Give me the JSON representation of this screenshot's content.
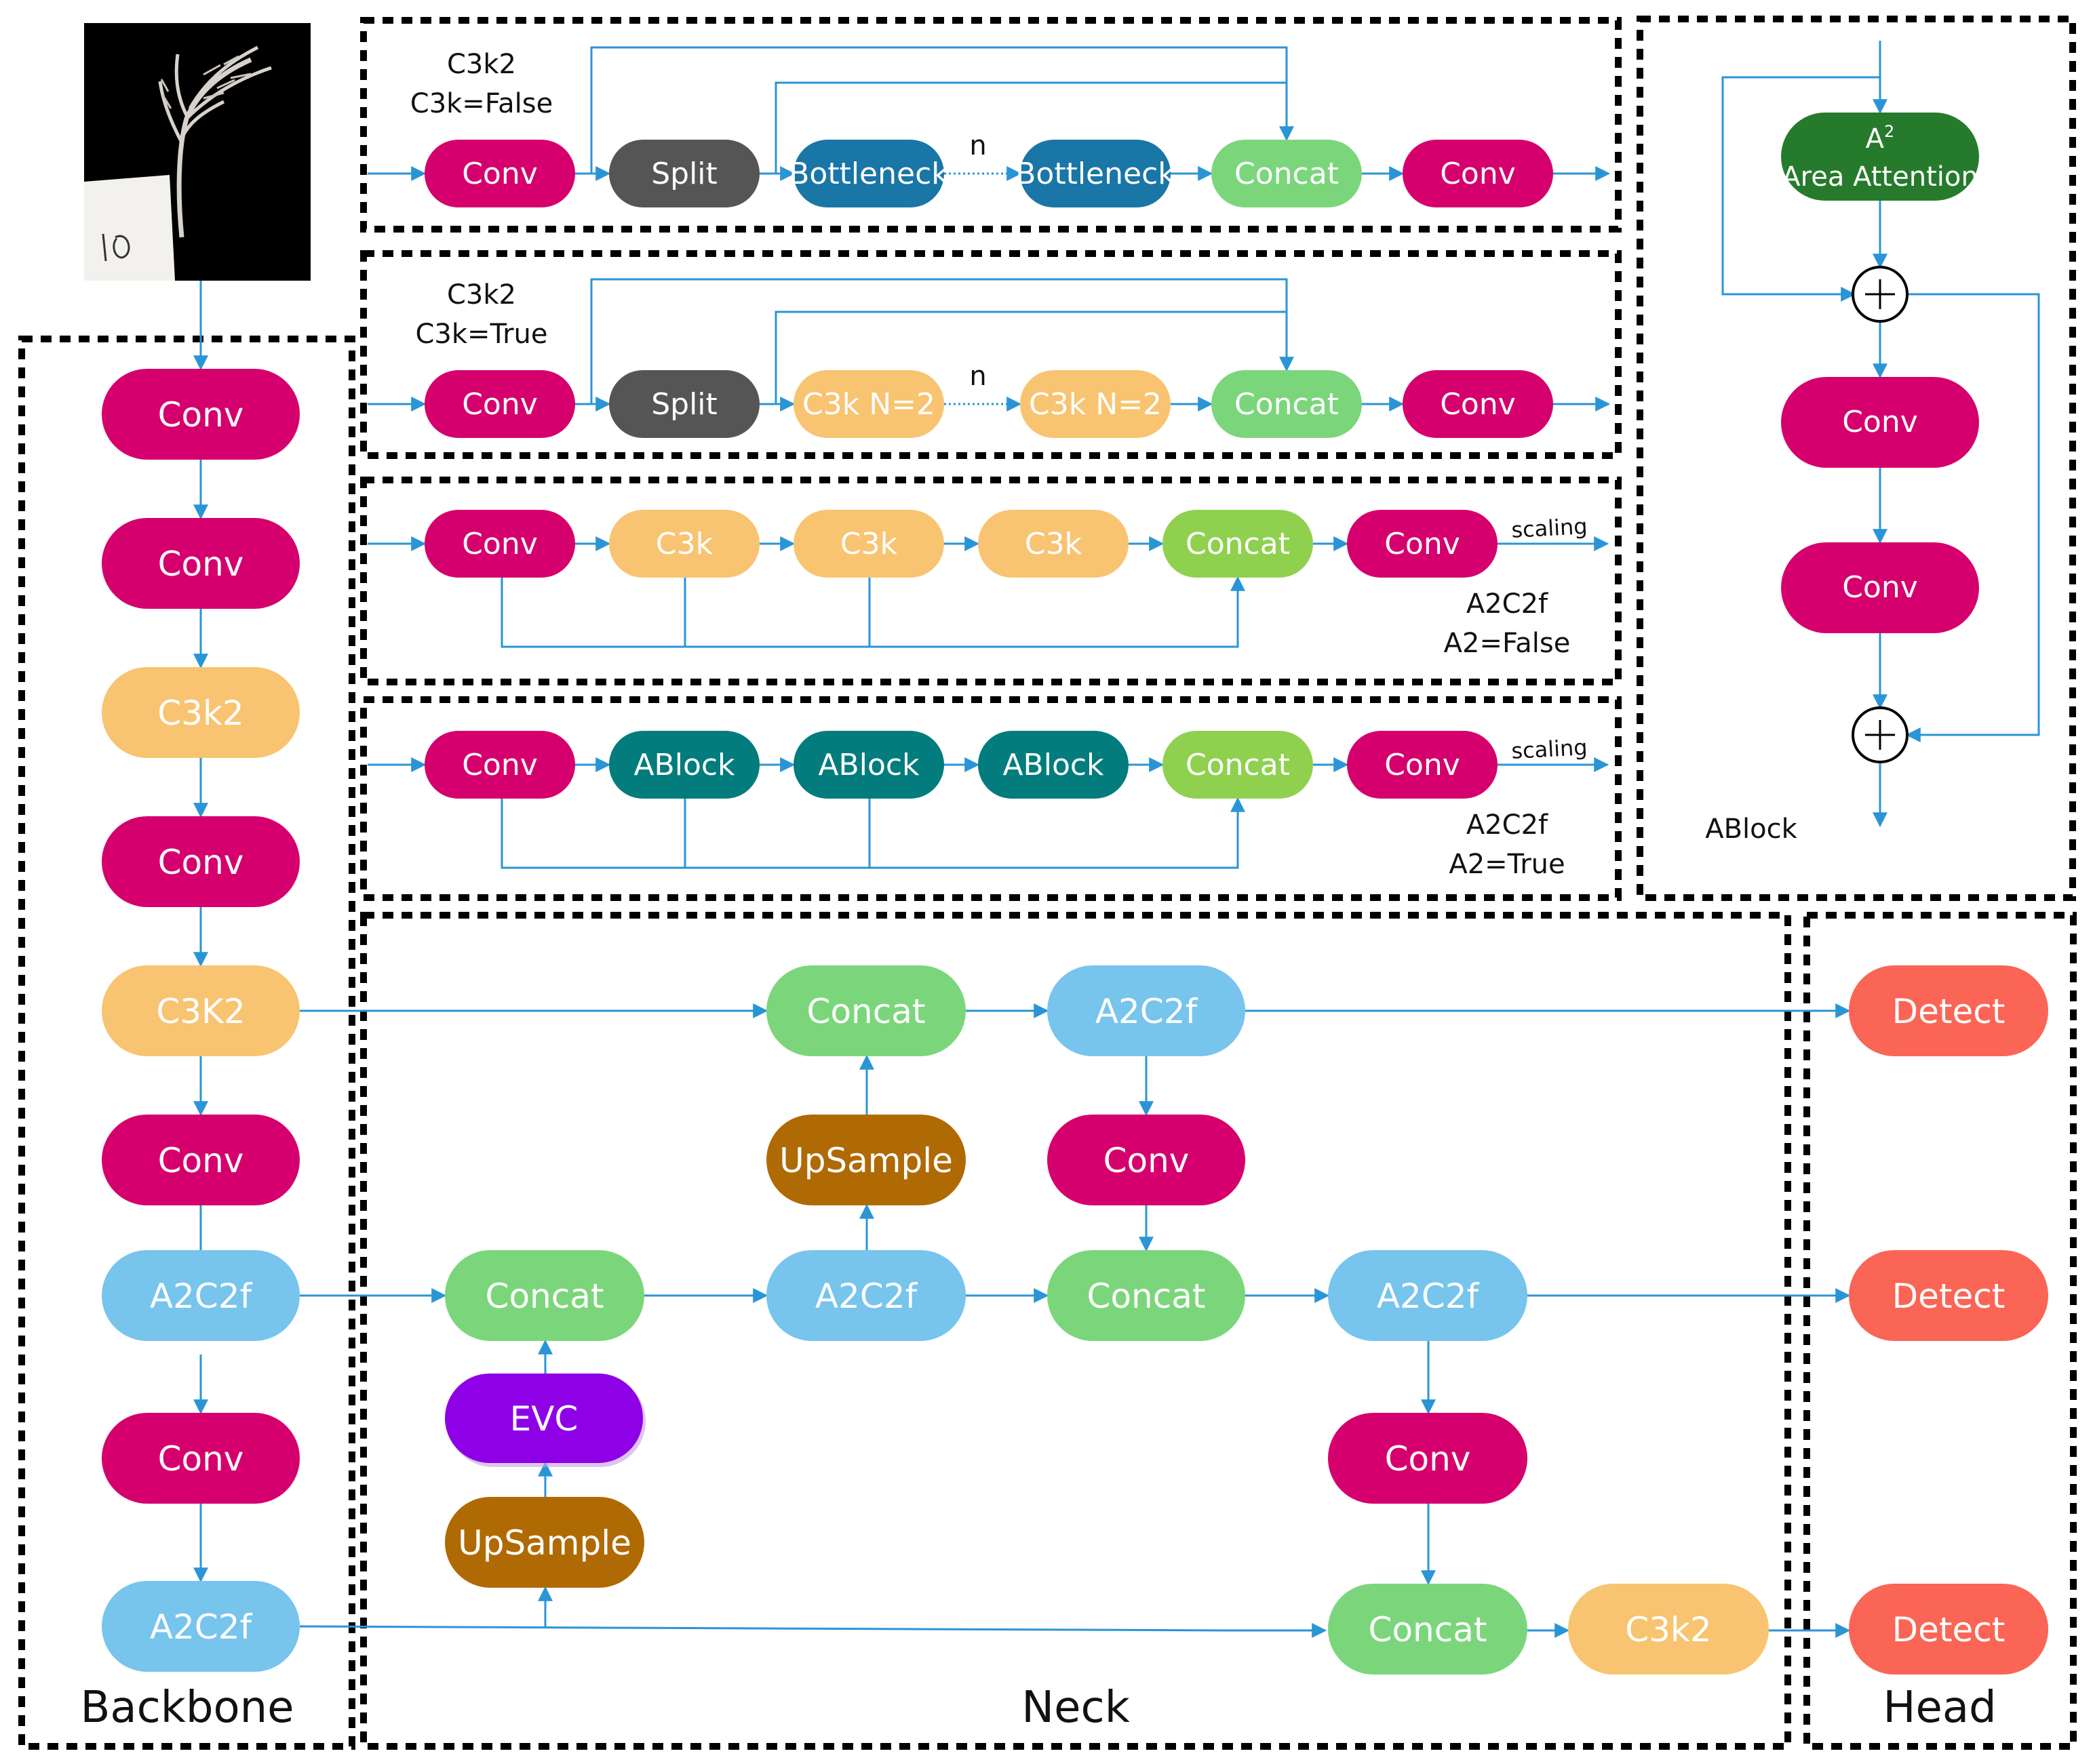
{
  "colors": {
    "conv": "#d5006d",
    "split": "#555555",
    "bottleneck": "#1976a6",
    "concat": "#7bd67b",
    "c3k": "#f8c471",
    "ablock": "#027c7c",
    "a2c2f": "#77c4ed",
    "upsample": "#b06a04",
    "evc": "#8e00e6",
    "detect": "#fa6556",
    "area_attention": "#257b2b",
    "arrow": "#2a95d6",
    "text": "#ffffff"
  },
  "regions": {
    "backbone": "Backbone",
    "neck": "Neck",
    "head": "Head"
  },
  "backbone": {
    "nodes": [
      "Conv",
      "Conv",
      "C3k2",
      "Conv",
      "C3K2",
      "Conv",
      "A2C2f",
      "Conv",
      "A2C2f"
    ]
  },
  "neck": {
    "concat_top": "Concat",
    "a2c2f_top": "A2C2f",
    "upsample_top": "UpSample",
    "conv_top": "Conv",
    "concat_left": "Concat",
    "a2c2f_mid": "A2C2f",
    "concat_mid": "Concat",
    "a2c2f_right": "A2C2f",
    "evc": "EVC",
    "upsample_bottom": "UpSample",
    "conv_right": "Conv",
    "concat_bottom": "Concat",
    "c3k2_bottom": "C3k2"
  },
  "head": {
    "detect": [
      "Detect",
      "Detect",
      "Detect"
    ]
  },
  "c3k2_false": {
    "title_line1": "C3k2",
    "title_line2": "C3k=False",
    "repeat_label": "n",
    "nodes": [
      "Conv",
      "Split",
      "Bottleneck",
      "Bottleneck",
      "Concat",
      "Conv"
    ]
  },
  "c3k2_true": {
    "title_line1": "C3k2",
    "title_line2": "C3k=True",
    "repeat_label": "n",
    "nodes": [
      "Conv",
      "Split",
      "C3k N=2",
      "C3k N=2",
      "Concat",
      "Conv"
    ]
  },
  "a2c2f_false": {
    "caption_line1": "A2C2f",
    "caption_line2": "A2=False",
    "scaling_label": "scaling",
    "nodes": [
      "Conv",
      "C3k",
      "C3k",
      "C3k",
      "Concat",
      "Conv"
    ]
  },
  "a2c2f_true": {
    "caption_line1": "A2C2f",
    "caption_line2": "A2=True",
    "scaling_label": "scaling",
    "nodes": [
      "Conv",
      "ABlock",
      "ABlock",
      "ABlock",
      "Concat",
      "Conv"
    ]
  },
  "ablock": {
    "label": "ABlock",
    "attention_sup": "2",
    "attention_base": "A",
    "attention_line2": "(Area Attention)",
    "conv1": "Conv",
    "conv2": "Conv"
  }
}
